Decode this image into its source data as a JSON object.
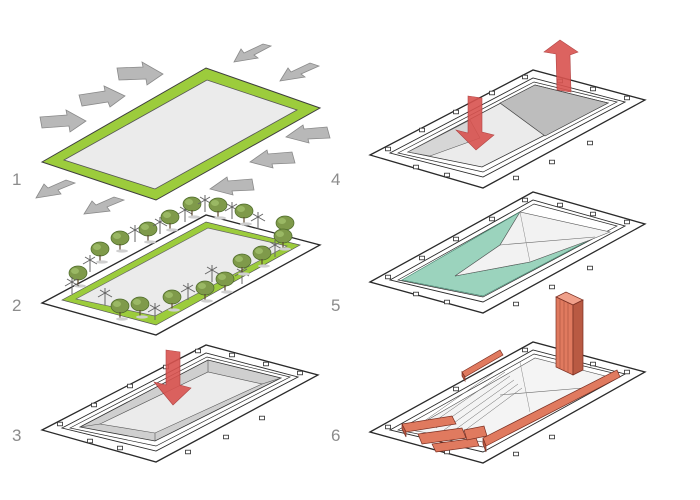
{
  "steps": [
    {
      "number": "1"
    },
    {
      "number": "2"
    },
    {
      "number": "3"
    },
    {
      "number": "4"
    },
    {
      "number": "5"
    },
    {
      "number": "6"
    }
  ],
  "colors": {
    "outline": "#2a2a2a",
    "slab_fill": "#ebebeb",
    "green_band": "#9ccc3c",
    "arrow_gray": "#b5b5b5",
    "arrow_red": "#d9534f",
    "tree_canopy": "#7f9a4a",
    "teal_area": "#9bd3bd",
    "building_red": "#e07a5f",
    "number_text": "#8c8c8c"
  }
}
